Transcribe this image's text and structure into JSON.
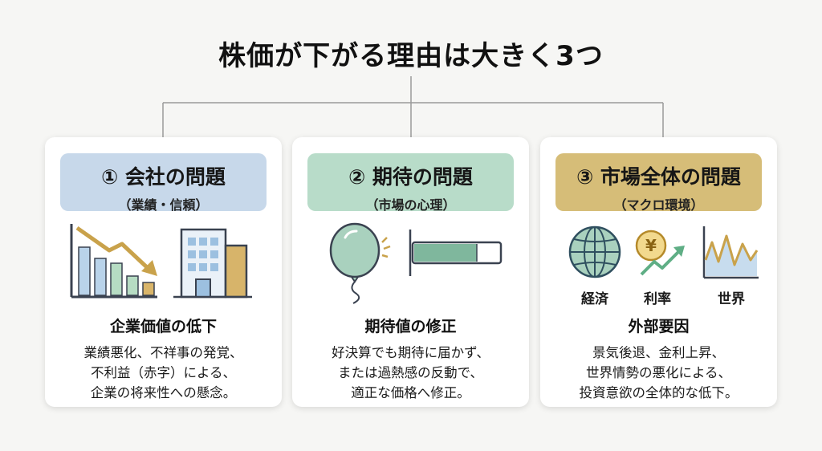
{
  "title": "株価が下がる理由は大きく3つ",
  "cards": [
    {
      "title": "① 会社の問題",
      "subtitle": "（業績・信頼）",
      "heading": "企業価値の低下",
      "desc": [
        "業績悪化、不祥事の発覚、",
        "不利益（赤字）による、",
        "企業の将来性への懸念。"
      ],
      "icons": [
        "declining-bar-chart-icon",
        "office-building-icon"
      ],
      "accent": "#c7d8ea"
    },
    {
      "title": "② 期待の問題",
      "subtitle": "（市場の心理）",
      "heading": "期待値の修正",
      "desc": [
        "好決算でも期待に届かず、",
        "または過熱感の反動で、",
        "適正な価格へ修正。"
      ],
      "icons": [
        "deflating-balloon-icon",
        "progress-bar-icon"
      ],
      "accent": "#b8dcc9"
    },
    {
      "title": "③ 市場全体の問題",
      "subtitle": "（マクロ環境）",
      "heading": "外部要因",
      "icon_labels": [
        "経済",
        "利率",
        "世界"
      ],
      "desc": [
        "景気後退、金利上昇、",
        "世界情勢の悪化による、",
        "投資意欲の全体的な低下。"
      ],
      "icons": [
        "globe-icon",
        "yen-rate-icon",
        "world-chart-icon"
      ],
      "accent": "#d6bd78"
    }
  ]
}
